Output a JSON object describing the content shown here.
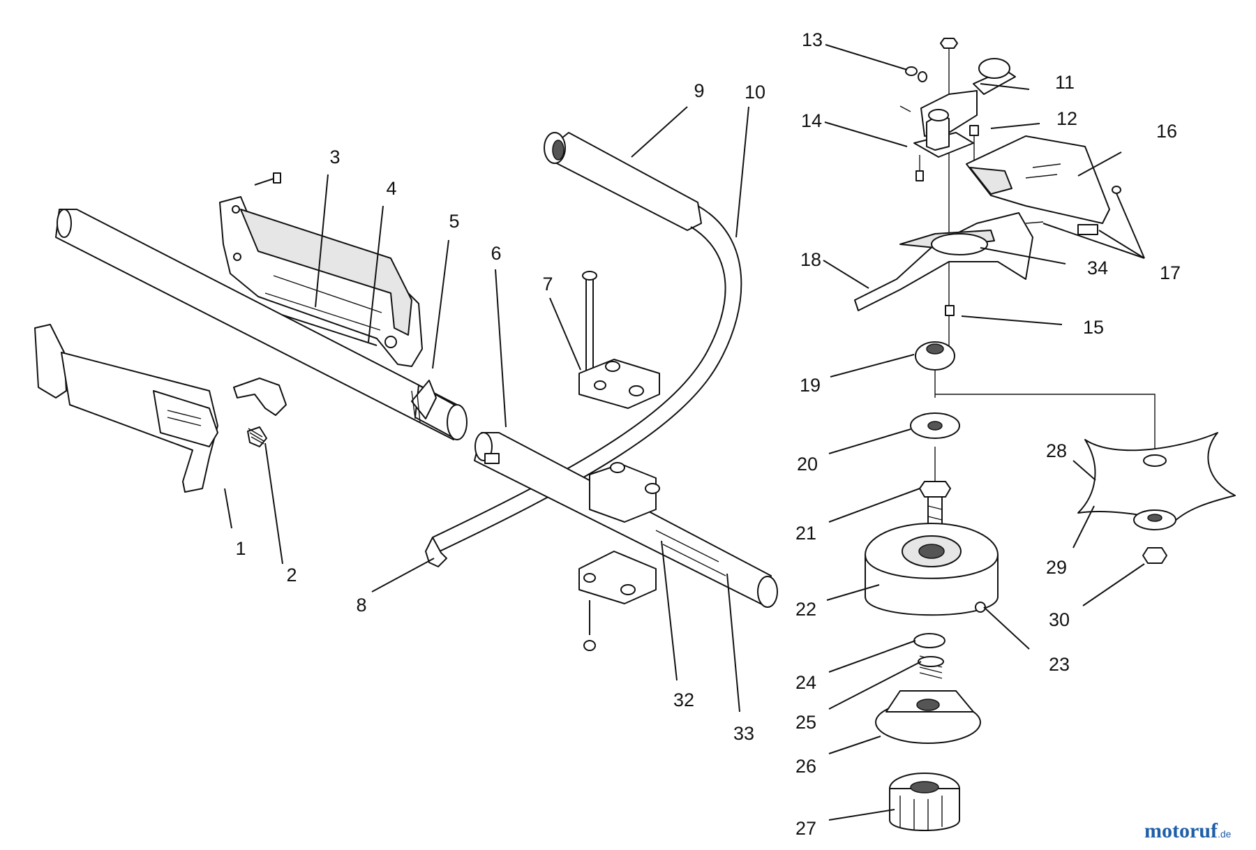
{
  "callouts": [
    "1",
    "2",
    "3",
    "4",
    "5",
    "6",
    "7",
    "8",
    "9",
    "10",
    "11",
    "12",
    "13",
    "14",
    "15",
    "16",
    "17",
    "18",
    "19",
    "20",
    "21",
    "22",
    "23",
    "24",
    "25",
    "26",
    "27",
    "28",
    "29",
    "30",
    "32",
    "33",
    "34"
  ],
  "watermark": {
    "brand": "motoruf",
    "suffix": ".de",
    "brand_color": "#1f5ea8",
    "dot_color": "#d0332b"
  }
}
